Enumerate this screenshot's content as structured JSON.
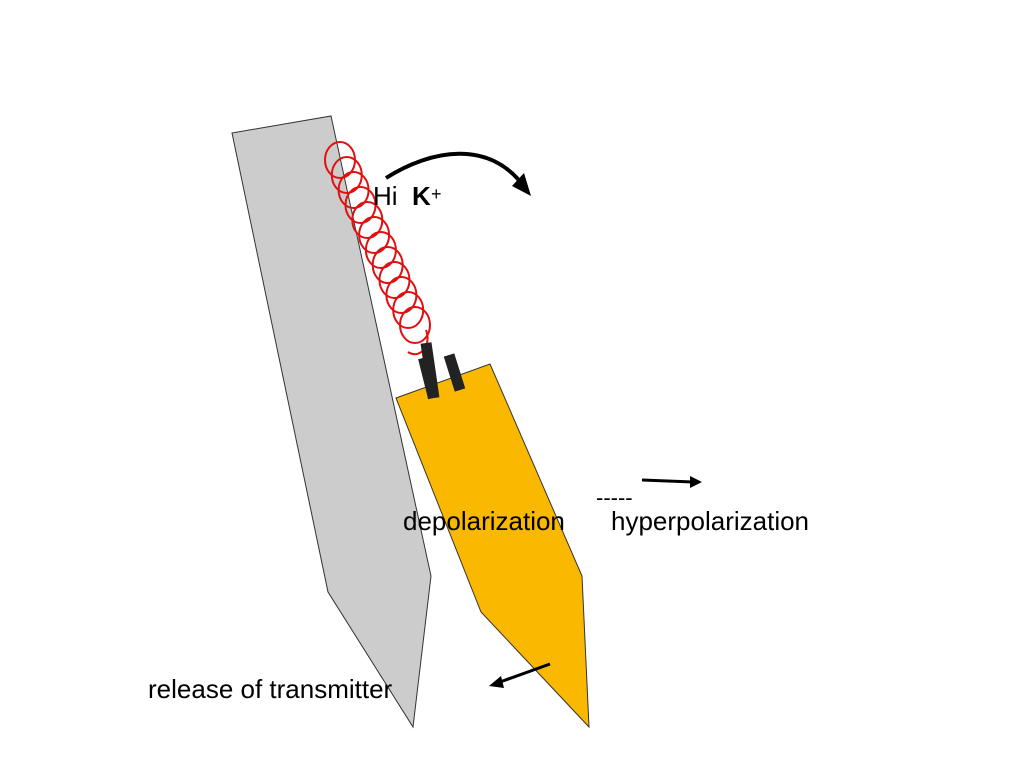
{
  "labels": {
    "ion_prefix": "Hi",
    "ion_symbol": "K",
    "ion_charge": "+",
    "dashes": "-----",
    "depolarization": "depolarization",
    "hyperpolarization": "hyperpolarization",
    "release": "release of transmitter"
  },
  "colors": {
    "gray_cell": "#cccccc",
    "yellow_cell": "#fbb800",
    "coil": "#e01010",
    "channel": "#222222",
    "arrow": "#000000"
  }
}
